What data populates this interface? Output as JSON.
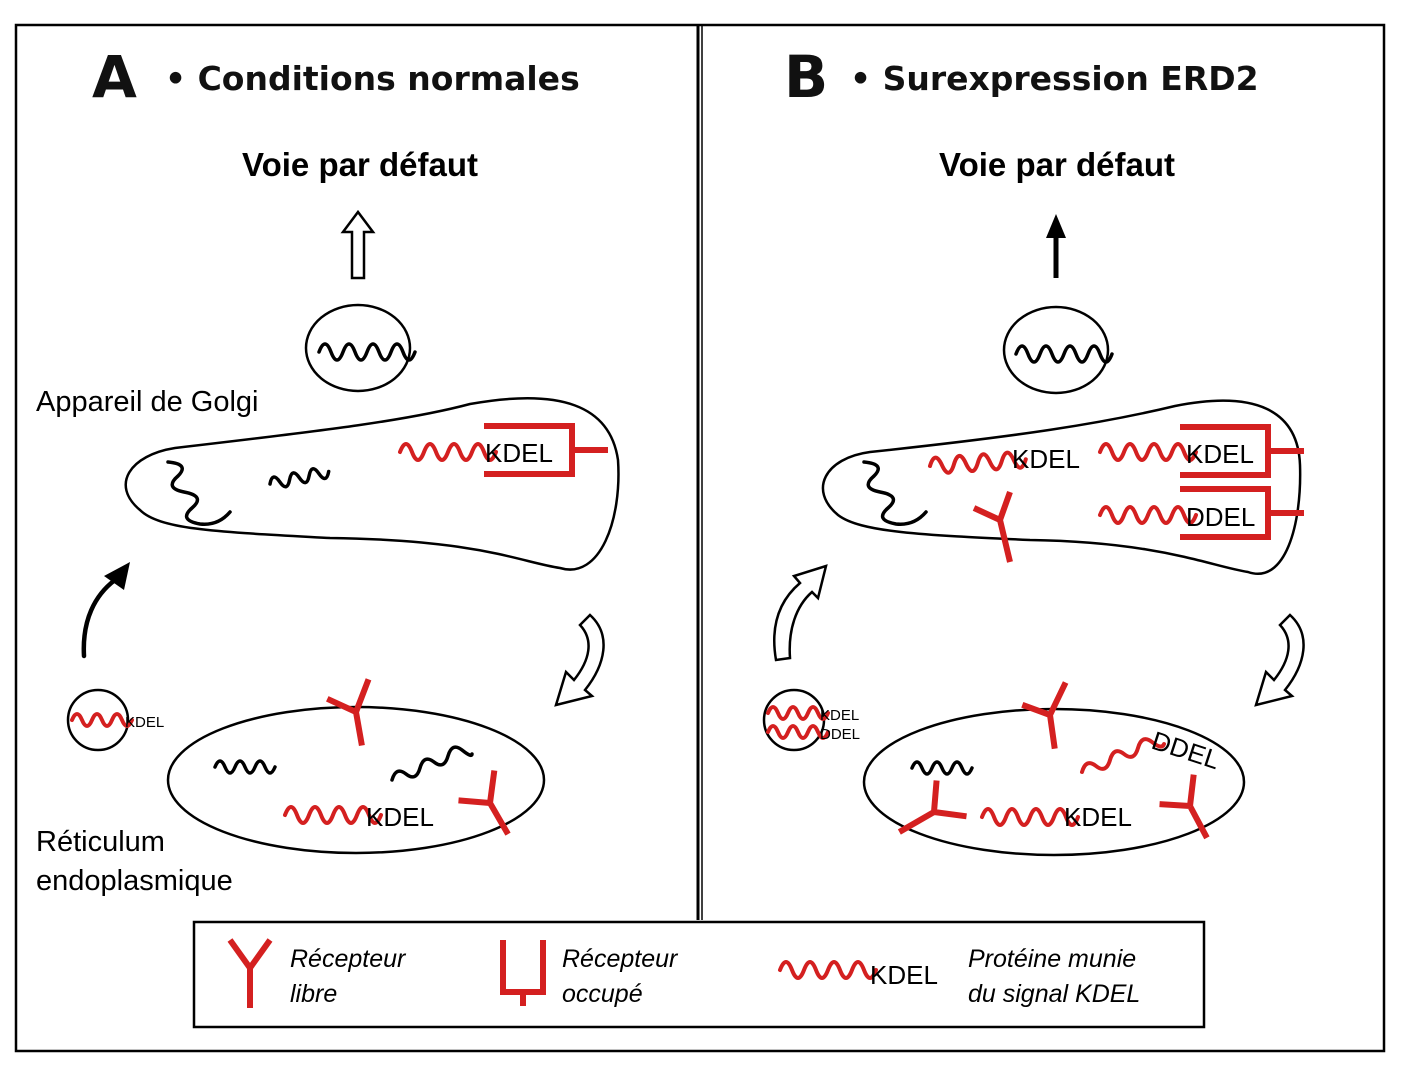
{
  "panel_a": {
    "letter": "A",
    "title": "• Conditions normales",
    "default_pathway": "Voie par défaut",
    "golgi_label": "Appareil de Golgi",
    "er_label_line1": "Réticulum",
    "er_label_line2": "endoplasmique",
    "golgi_signal": "KDEL",
    "vesicle_signal": "KDEL",
    "er_signal": "KDEL",
    "default_arrow_style": "hollow",
    "er_to_golgi_arrow_style": "solid"
  },
  "panel_b": {
    "letter": "B",
    "title": "• Surexpression ERD2",
    "default_pathway": "Voie par défaut",
    "golgi_free_signal": "KDEL",
    "golgi_bound_signal_1": "KDEL",
    "golgi_bound_signal_2": "DDEL",
    "vesicle_signal_1": "KDEL",
    "vesicle_signal_2": "DDEL",
    "er_signal_1": "DDEL",
    "er_signal_2": "KDEL",
    "default_arrow_style": "solid",
    "er_to_golgi_arrow_style": "hollow"
  },
  "legend": {
    "free_receptor_line1": "Récepteur",
    "free_receptor_line2": "libre",
    "bound_receptor_line1": "Récepteur",
    "bound_receptor_line2": "occupé",
    "protein_signal": "KDEL",
    "protein_line1": "Protéine munie",
    "protein_line2": "du signal KDEL"
  },
  "colors": {
    "receptor_and_signal": "#d42020",
    "protein_unmarked": "#000000",
    "outline": "#000000"
  },
  "icons": [
    "free-receptor-icon",
    "bound-receptor-icon",
    "kdel-protein-icon",
    "wavy-protein-icon",
    "hollow-arrow-icon",
    "solid-arrow-icon"
  ]
}
